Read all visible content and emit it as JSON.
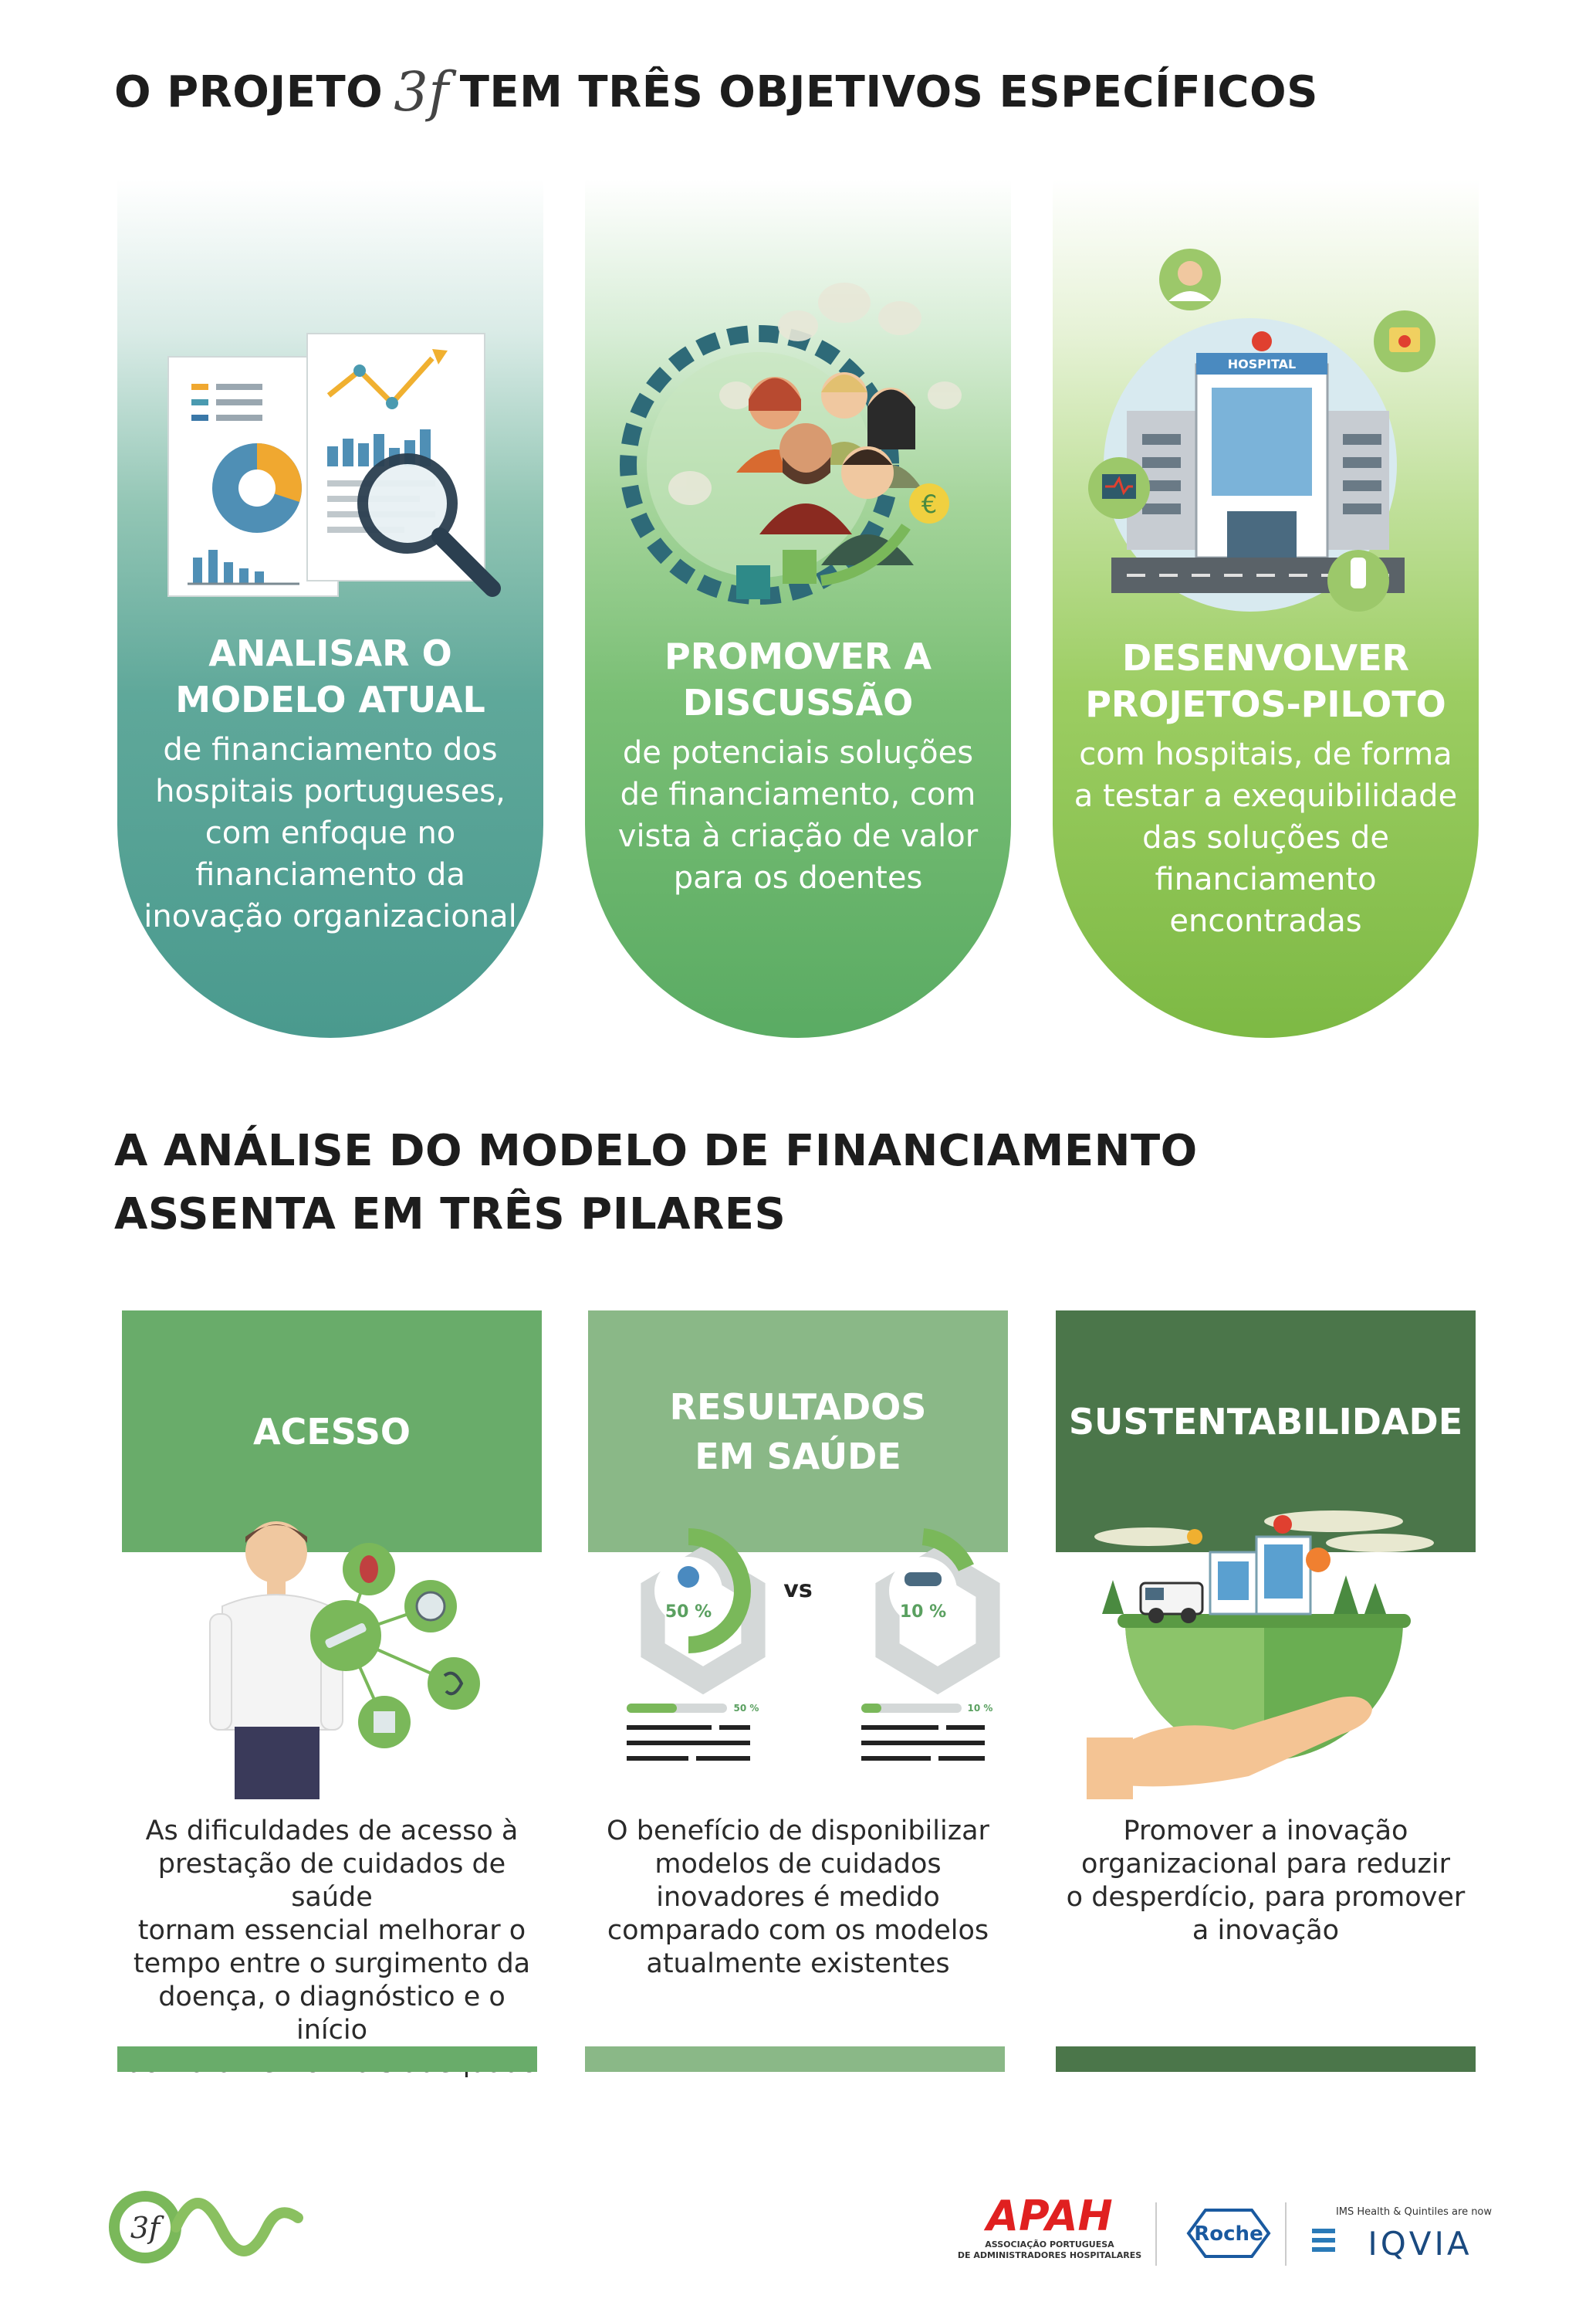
{
  "title1": {
    "before": "O PROJETO",
    "logo": "3f",
    "after": "TEM TRÊS OBJETIVOS ESPECÍFICOS"
  },
  "objectives": [
    {
      "heading_line1": "ANALISAR O",
      "heading_line2": "MODELO ATUAL",
      "desc": [
        "de financiamento dos",
        "hospitais portugueses,",
        "com enfoque no",
        "financiamento da",
        "inovação organizacional"
      ]
    },
    {
      "heading_line1": "PROMOVER A",
      "heading_line2": "DISCUSSÃO",
      "desc": [
        "de potenciais soluções",
        "de financiamento, com",
        "vista à criação de valor",
        "para os doentes"
      ]
    },
    {
      "heading_line1": "DESENVOLVER",
      "heading_line2": "PROJETOS-PILOTO",
      "desc": [
        "com hospitais, de forma",
        "a testar a exequibilidade",
        "das soluções de",
        "financiamento",
        "encontradas"
      ]
    }
  ],
  "title2": {
    "line1": "A ANÁLISE DO MODELO DE FINANCIAMENTO",
    "line2": "ASSENTA EM TRÊS PILARES"
  },
  "pillars": [
    {
      "title_line1": "ACESSO",
      "title_line2": "",
      "color": "#69ac6a",
      "desc": [
        "As dificuldades de acesso à",
        "prestação de cuidados de saúde",
        "tornam essencial melhorar o",
        "tempo entre o surgimento da",
        "doença, o diagnóstico e o início",
        "do tratamento mais adequado"
      ]
    },
    {
      "title_line1": "RESULTADOS",
      "title_line2": "EM SAÚDE",
      "color": "#8ab887",
      "desc": [
        "O benefício de disponibilizar",
        "modelos de cuidados",
        "inovadores é medido",
        "comparado com os modelos",
        "atualmente existentes"
      ],
      "compare": {
        "left_pct": "50 %",
        "vs": "vs",
        "right_pct": "10 %",
        "left_small": "50 %",
        "right_small": "10 %"
      }
    },
    {
      "title_line1": "SUSTENTABILIDADE",
      "title_line2": "",
      "color": "#4b764a",
      "desc": [
        "Promover a inovação",
        "organizacional para reduzir",
        "o desperdício, para promover",
        "a inovação"
      ],
      "hospital_label": ""
    }
  ],
  "pill_labels": {
    "hospital": "HOSPITAL"
  },
  "footer": {
    "logo_text": "3f",
    "apah": "APAH",
    "apah_sub1": "ASSOCIAÇÃO PORTUGUESA",
    "apah_sub2": "DE ADMINISTRADORES HOSPITALARES",
    "roche": "Roche",
    "iqvia_top": "IMS Health & Quintiles are now",
    "iqvia": "IQVIA"
  },
  "colors": {
    "teal": "#4a9a8e",
    "green": "#5aab63",
    "lime": "#7db944",
    "dark_green": "#4b764a"
  }
}
